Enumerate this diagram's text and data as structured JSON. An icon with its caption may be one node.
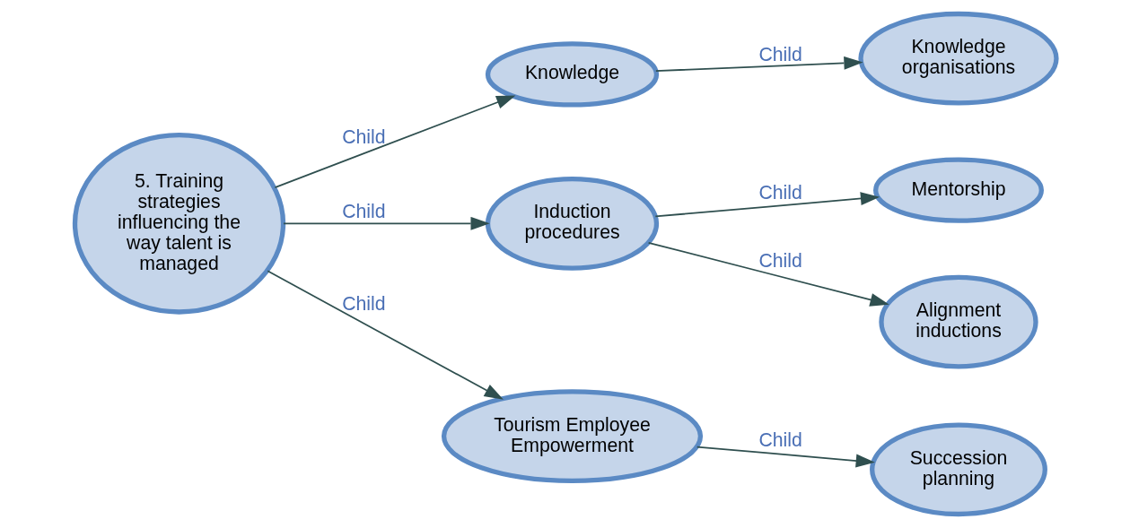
{
  "diagram": {
    "nodes": [
      {
        "text": [
          "Mentorship"
        ]
      },
      {
        "text": [
          "Knowledge"
        ]
      },
      {
        "text": [
          "Knowledge organisations"
        ]
      },
      {
        "text": [
          "Induction procedures"
        ]
      },
      {
        "text": [
          "5. Training strategies influencing the way talent is managed"
        ]
      },
      {
        "text": [
          "Alignment inductions"
        ]
      },
      {
        "text": [
          "Tourism Employee Empowerment"
        ]
      },
      {
        "text": [
          "Succession planning"
        ]
      }
    ],
    "edges": [
      {
        "from": 4,
        "to": 3,
        "arrow": "to",
        "label": "Child"
      },
      {
        "from": 3,
        "to": 0,
        "arrow": "to",
        "label": "Child"
      },
      {
        "from": 3,
        "to": 5,
        "arrow": "to",
        "label": "Child"
      },
      {
        "from": 4,
        "to": 1,
        "arrow": "to",
        "label": "Child"
      },
      {
        "from": 1,
        "to": 2,
        "arrow": "to",
        "label": "Child"
      },
      {
        "from": 4,
        "to": 6,
        "arrow": "to",
        "label": "Child"
      },
      {
        "from": 6,
        "to": 7,
        "arrow": "to",
        "label": "Child"
      }
    ]
  }
}
